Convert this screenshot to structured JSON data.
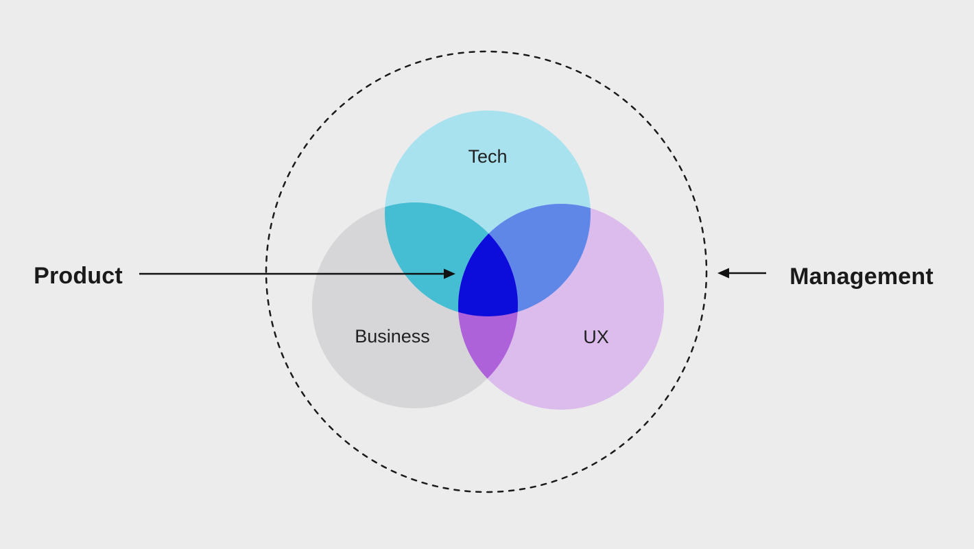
{
  "diagram": {
    "type": "venn-diagram",
    "labels": {
      "tech": "Tech",
      "business": "Business",
      "ux": "UX",
      "product": "Product",
      "management": "Management"
    },
    "colors": {
      "background": "#ececec",
      "tech_circle": "#a9e2ef",
      "business_circle": "#d6d6d8",
      "ux_circle": "#dcbcec",
      "tech_business_overlap": "#45bdd3",
      "tech_ux_overlap": "#5f87e8",
      "business_ux_overlap": "#ae62da",
      "center_overlap": "#0d0ddb",
      "outline": "#1a1a1a",
      "arrow": "#111111"
    }
  }
}
